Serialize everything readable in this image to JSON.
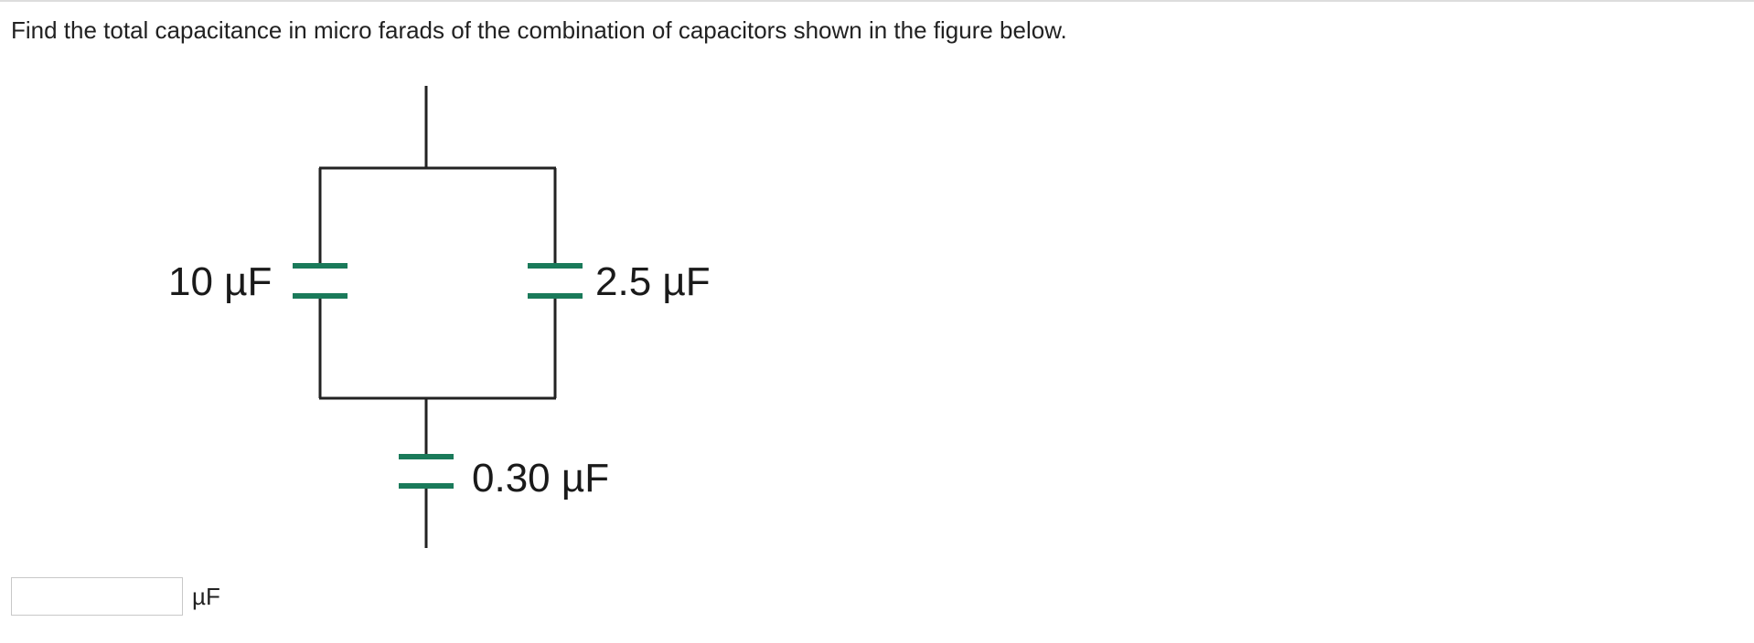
{
  "question": {
    "text": "Find the total capacitance in micro farads of the combination of capacitors shown in the figure below."
  },
  "diagram": {
    "wire_color": "#222222",
    "plate_color": "#1a7a5a",
    "capacitors": [
      {
        "id": "c1",
        "label": "10 µF"
      },
      {
        "id": "c2",
        "label": "2.5 µF"
      },
      {
        "id": "c3",
        "label": "0.30 µF"
      }
    ]
  },
  "answer": {
    "value": "",
    "placeholder": "",
    "unit": "µF"
  }
}
